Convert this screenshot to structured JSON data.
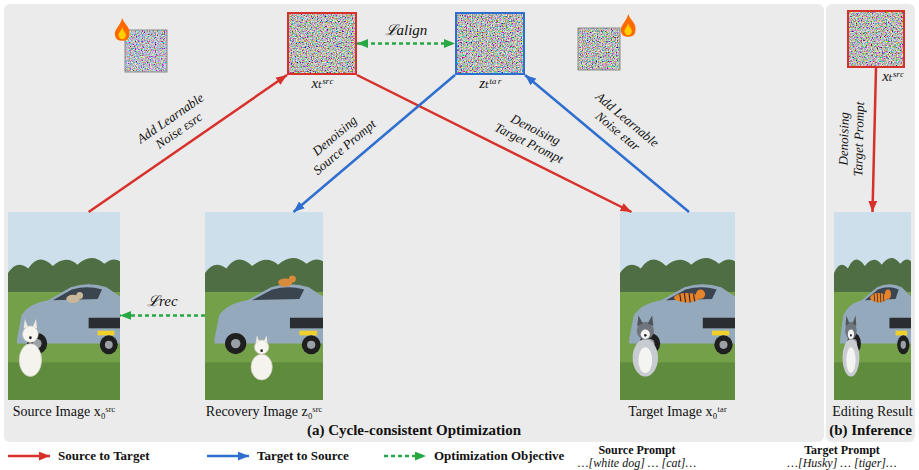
{
  "diagram": {
    "nodes": [
      {
        "text": [
          "(a) Cycle-consistent Optimization"
        ]
      },
      {
        "text": [
          "Source Image x₀ˢʳᶜ"
        ],
        "in": 0
      },
      {
        "text": [
          "xₜˢʳᶜ"
        ],
        "in": 0
      },
      {
        "text": [
          "zₜᵗᵃʳ"
        ],
        "in": 0
      },
      {
        "text": [
          "Recovery Image z₀ˢʳᶜ"
        ],
        "in": 0
      },
      {
        "text": [
          "Target Image x₀ᵗᵃʳ"
        ],
        "in": 0
      },
      {
        "text": [
          "(b) Inference"
        ]
      },
      {
        "text": [
          "xₜˢʳᶜ"
        ],
        "in": 6
      },
      {
        "text": [
          "Editing Result"
        ],
        "in": 6
      }
    ],
    "edges": [
      {
        "from": 1,
        "to": 2,
        "arrow": "to",
        "label": "Add Learnable Noise εsrc"
      },
      {
        "from": 2,
        "to": 5,
        "arrow": "to",
        "label": "Denoising Target Prompt"
      },
      {
        "from": 5,
        "to": 3,
        "arrow": "to",
        "label": "Add Learnable Noise εtar"
      },
      {
        "from": 3,
        "to": 4,
        "arrow": "to",
        "label": "Denoising Source Prompt"
      },
      {
        "from": 2,
        "to": 3,
        "arrow": "both",
        "label": "ℒalign"
      },
      {
        "from": 4,
        "to": 1,
        "arrow": "to",
        "label": "ℒrec"
      },
      {
        "from": 7,
        "to": 8,
        "arrow": "to",
        "label": "Denoising Target Prompt"
      }
    ],
    "labels": [
      "Source Prompt",
      "…[white dog] … [cat]…",
      "Target Prompt",
      "…[Husky] … [tiger]…"
    ],
    "legend": [
      {
        "text": "Source to Target"
      },
      {
        "text": "Target to Source"
      },
      {
        "text": "Optimization Objective"
      }
    ]
  }
}
